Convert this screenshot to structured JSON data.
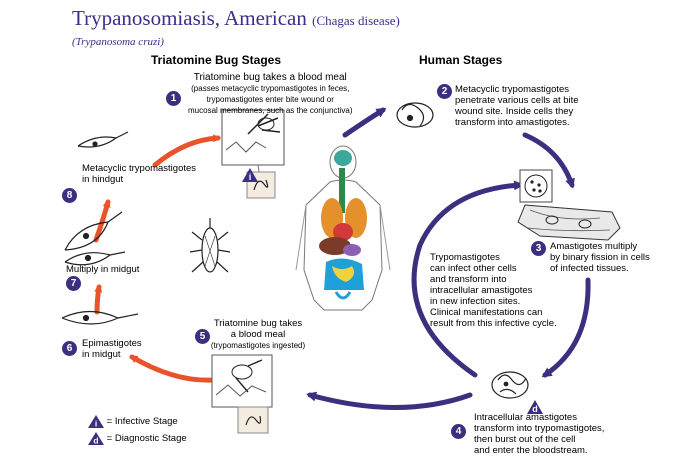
{
  "title": {
    "main": "Trypanosomiasis, American",
    "sub": "(Chagas disease)",
    "organism": "(Trypanosoma cruzi)"
  },
  "sections": {
    "bug": "Triatomine Bug Stages",
    "human": "Human Stages"
  },
  "steps": [
    {
      "n": "1",
      "line1": "Triatomine bug takes a blood meal",
      "line2": "(passes metacyclic trypomastigotes in feces,",
      "line3": "trypomastigotes enter bite wound or",
      "line4": "mucosal membranes, such as the conjunctiva)"
    },
    {
      "n": "2",
      "line1": "Metacyclic trypomastigotes",
      "line2": "penetrate various cells at bite",
      "line3": "wound site.  Inside cells they",
      "line4": "transform into amastigotes."
    },
    {
      "n": "3",
      "line1": "Amastigotes multiply",
      "line2": "by binary fission in cells",
      "line3": "of infected tissues."
    },
    {
      "n": "4",
      "line1": "Intracellular amastigotes",
      "line2": "transform into trypomastigotes,",
      "line3": "then burst out of the cell",
      "line4": "and enter the bloodstream."
    },
    {
      "n": "5",
      "line1": "Triatomine bug takes",
      "line2": "a blood meal",
      "line3": "(trypomastigotes ingested)"
    },
    {
      "n": "6",
      "line1": "Epimastigotes",
      "line2": "in midgut"
    },
    {
      "n": "7",
      "line1": "Multiply in midgut"
    },
    {
      "n": "8",
      "line1": "Metacyclic trypomastigotes",
      "line2": "in hindgut"
    }
  ],
  "center_note": [
    "Trypomastigotes",
    "can infect other cells",
    "and transform into",
    "intracellular amastigotes",
    "in new infection sites.",
    "Clinical manifestations can",
    "result from this infective cycle."
  ],
  "badges": {
    "infective": "i",
    "diagnostic": "d"
  },
  "legend": {
    "infective": "= Infective Stage",
    "diagnostic": "= Diagnostic Stage"
  },
  "colors": {
    "title": "#3a2f8c",
    "bug_arrows": "#e8532b",
    "human_arrows": "#3b2f80",
    "number_circle": "#3b2f80"
  }
}
